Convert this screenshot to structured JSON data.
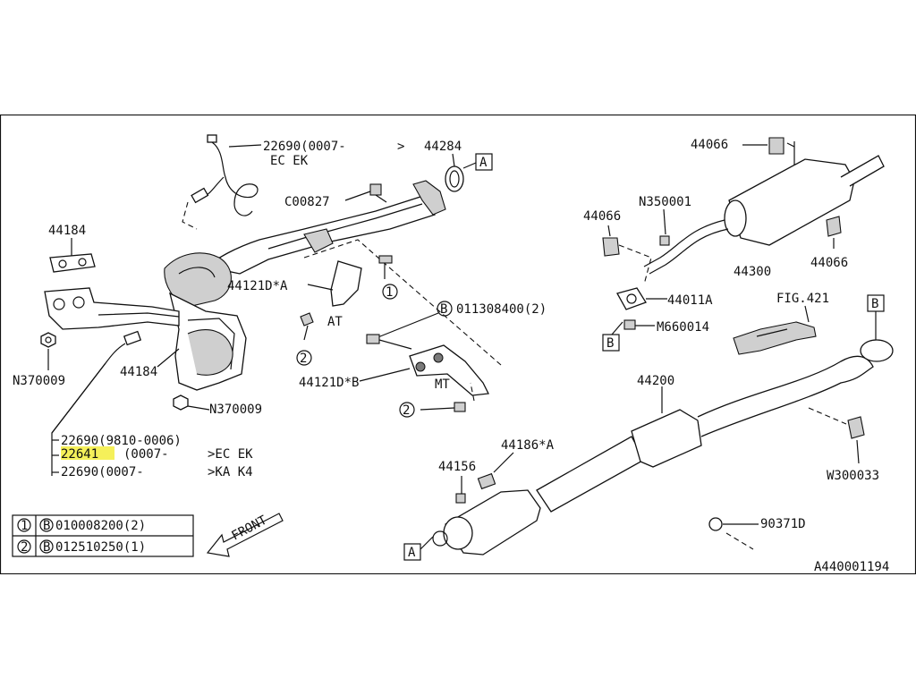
{
  "labels": {
    "p22690_a": "22690(0007-",
    "p22690_a_end": ">",
    "p22690_a_sub": "EC EK",
    "p44284": "44284",
    "refA_top": "A",
    "pC00827": "C00827",
    "p44184_top": "44184",
    "p44121DA": "44121D*A",
    "callout1": "1",
    "at": "AT",
    "callout2a": "2",
    "circB1": "B",
    "p011308400": "011308400(2)",
    "pN370009_l": "N370009",
    "p44184_mid": "44184",
    "pN370009_b": "N370009",
    "p44121DB": "44121D*B",
    "mt": "MT",
    "callout2b": "2",
    "list_row1": "22690(9810-0006)",
    "list_row2_part": "22641",
    "list_row2_rest": "(0007-",
    "list_row2_end": ">EC EK",
    "list_row3": "22690(0007-",
    "list_row3_end": ">KA K4",
    "front": "FRONT",
    "p44066_top": "44066",
    "pN350001": "N350001",
    "p44066_left": "44066",
    "p44300": "44300",
    "p44066_right": "44066",
    "p44011A": "44011A",
    "refB_left": "B",
    "pM660014": "M660014",
    "fig421": "FIG.421",
    "refB_right": "B",
    "p44200": "44200",
    "p44186A": "44186*A",
    "p44156": "44156",
    "pW300033": "W300033",
    "p90371D": "90371D",
    "refA_bottom": "A",
    "diagram_id": "A440001194"
  },
  "legend": [
    {
      "num": "1",
      "circ": "B",
      "part": "010008200(2)"
    },
    {
      "num": "2",
      "circ": "B",
      "part": "012510250(1)"
    }
  ],
  "colors": {
    "highlight": "#f5f05a",
    "line": "#111111"
  }
}
